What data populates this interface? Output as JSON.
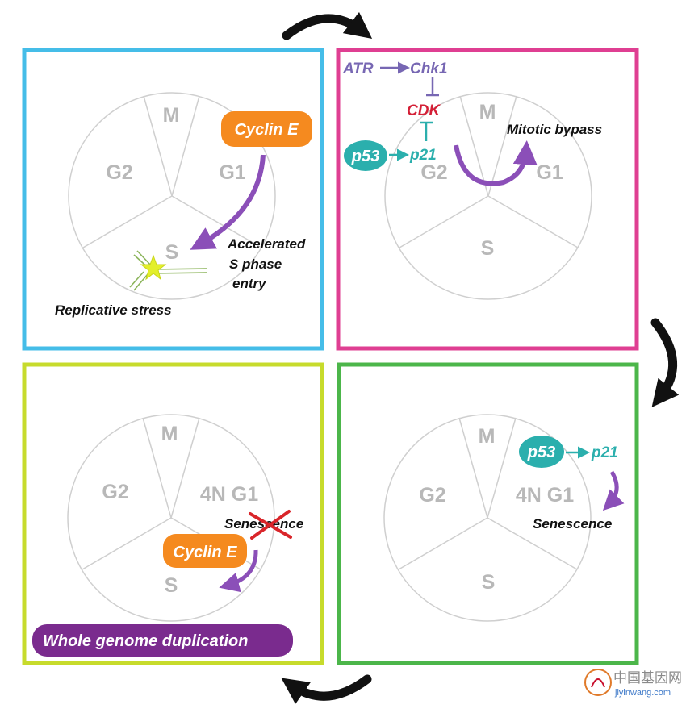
{
  "colors": {
    "panel_tl": "#45bde8",
    "panel_tr": "#df3f92",
    "panel_bl": "#c7db2c",
    "panel_br": "#4cb64a",
    "cyclin_orange": "#f58a1f",
    "arrow_purple": "#8b4fb8",
    "teal": "#2bafad",
    "atr_purple": "#7767b3",
    "cdk_red": "#d41f36",
    "wgd_purple": "#7a2b8e",
    "phase_gray": "#b8b8b8",
    "cross_red": "#d9252a",
    "star_yellow": "#e3ef2a"
  },
  "panel_top_left": {
    "phases": {
      "m": "M",
      "g1": "G1",
      "g2": "G2",
      "s": "S"
    },
    "cyclin_e": "Cyclin E",
    "accelerated": [
      "Accelerated",
      "S phase",
      "entry"
    ],
    "replicative_stress": "Replicative stress"
  },
  "panel_top_right": {
    "phases": {
      "m": "M",
      "g1": "G1",
      "g2": "G2",
      "s": "S"
    },
    "atr": "ATR",
    "chk1": "Chk1",
    "cdk": "CDK",
    "p53": "p53",
    "p21": "p21",
    "mitotic_bypass": "Mitotic bypass"
  },
  "panel_bottom_right": {
    "phases": {
      "m": "M",
      "g1": "4N G1",
      "g2": "G2",
      "s": "S"
    },
    "p53": "p53",
    "p21": "p21",
    "senescence": "Senescence"
  },
  "panel_bottom_left": {
    "phases": {
      "m": "M",
      "g1": "4N G1",
      "g2": "G2",
      "s": "S"
    },
    "senescence": "Senescence",
    "cyclin_e": "Cyclin E",
    "banner": "Whole genome duplication"
  },
  "watermark": {
    "title": "中国基因网",
    "url": "jiyinwang.com"
  },
  "icons": [
    "cycle-arrow-icon",
    "dna-fork-icon",
    "stress-star-icon",
    "cross-out-icon",
    "inhibition-bar-icon",
    "logo-icon"
  ]
}
